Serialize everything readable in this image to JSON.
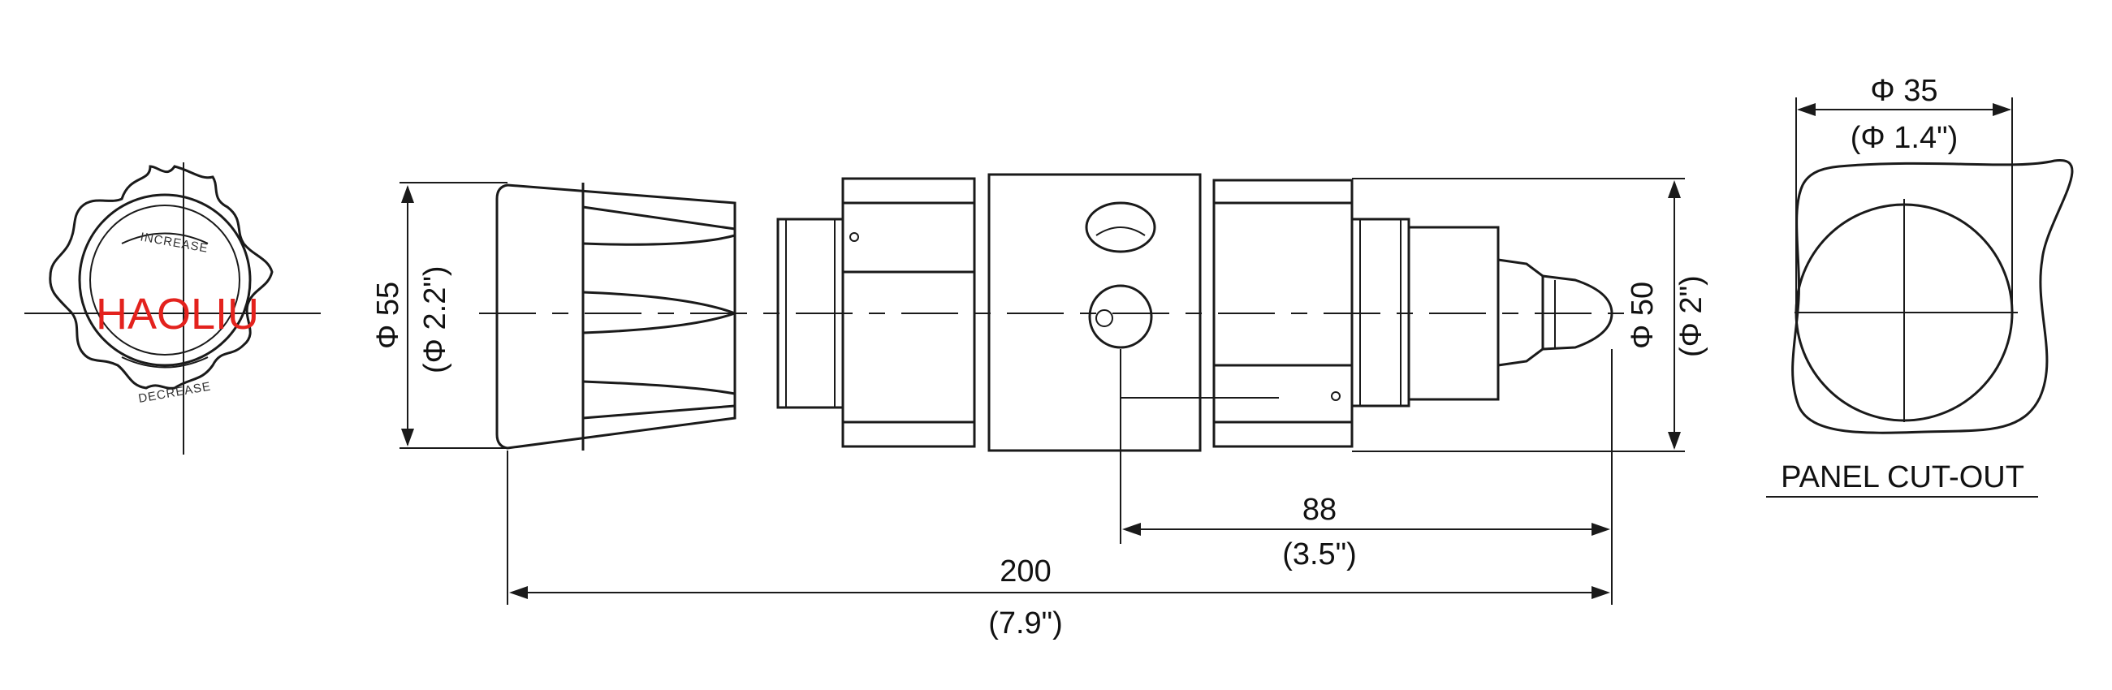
{
  "colors": {
    "line": "#1a1a1a",
    "brand": "#e3221d",
    "background": "#ffffff"
  },
  "knob": {
    "brand": "HAOLIU",
    "increase_label": "INCREASE",
    "decrease_label": "DECREASE"
  },
  "dimensions": {
    "body_diameter_mm": "Φ 55",
    "body_diameter_in": "(Φ 2.2\")",
    "outlet_diameter_mm": "Φ 50",
    "outlet_diameter_in": "(Φ 2\")",
    "overall_length_mm": "200",
    "overall_length_in": "(7.9\")",
    "inlet_offset_mm": "88",
    "inlet_offset_in": "(3.5\")",
    "cutout_diameter_mm": "Φ 35",
    "cutout_diameter_in": "(Φ 1.4\")"
  },
  "panel_cutout_label": "PANEL CUT-OUT"
}
